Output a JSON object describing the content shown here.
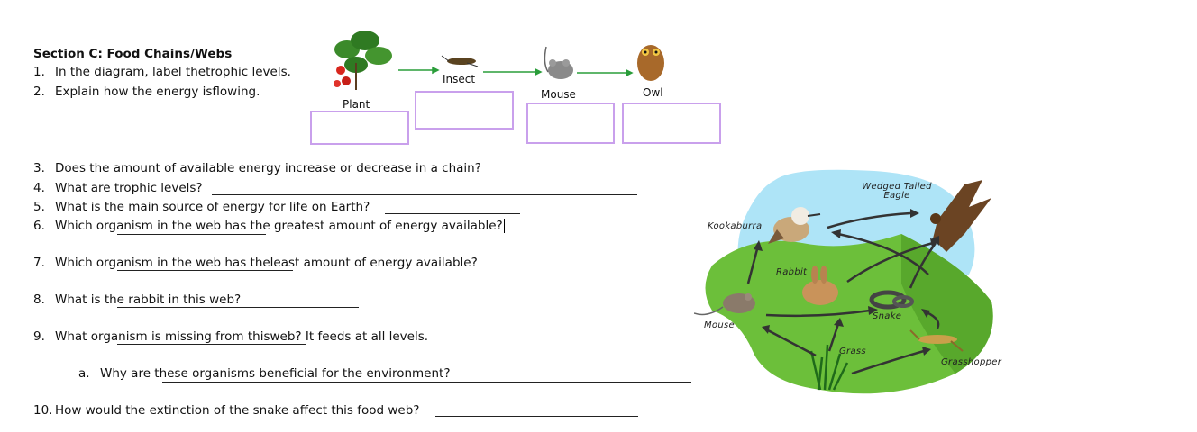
{
  "section": {
    "heading": "Section C: Food Chains/Webs",
    "q1": {
      "num": "1.",
      "text": "In the diagram, label thetrophic levels."
    },
    "q2": {
      "num": "2.",
      "text": "Explain how the energy isflowing."
    }
  },
  "chain": {
    "plant": "Plant",
    "insect": "Insect",
    "mouse": "Mouse",
    "owl": "Owl"
  },
  "questions": [
    {
      "num": "3.",
      "text": "Does the amount of available energy increase or decrease in a chain?"
    },
    {
      "num": "4.",
      "text": "What are trophic levels?"
    },
    {
      "num": "5.",
      "text": "What is the main source of energy for life on Earth?"
    },
    {
      "num": "6.",
      "text": "Which organism in the web has the greatest amount of energy available?"
    },
    {
      "num": "7.",
      "text": "Which organism in the web has theleast amount of energy available?"
    },
    {
      "num": "8.",
      "text": "What is the rabbit in this web?"
    },
    {
      "num": "9.",
      "text": "What organism is missing from thisweb? It feeds at all levels."
    },
    {
      "num": "a.",
      "text": "Why are these organisms beneficial for the environment?"
    },
    {
      "num": "10.",
      "text": "How would the extinction of the snake affect this food web?"
    }
  ],
  "web": {
    "eagle": "Wedged Tailed Eagle",
    "kookaburra": "Kookaburra",
    "rabbit": "Rabbit",
    "snake": "Snake",
    "mouse": "Mouse",
    "grass": "Grass",
    "grasshopper": "Grasshopper"
  },
  "colors": {
    "box_border": "#c9a0ec",
    "arrow_green": "#2a9d3a",
    "sky": "#aee4f7",
    "ground": "#6cbf3a"
  }
}
